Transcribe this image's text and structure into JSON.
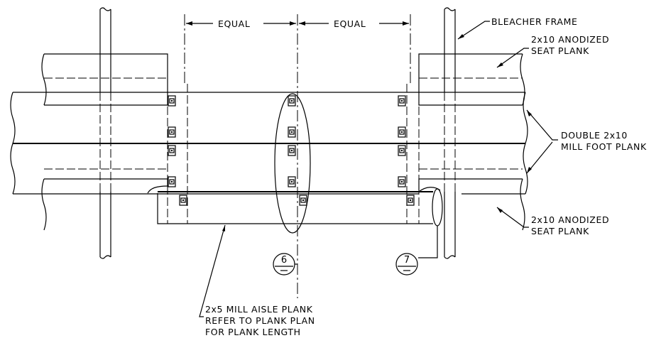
{
  "dimensions": {
    "left_label": "EQUAL",
    "right_label": "EQUAL"
  },
  "callouts": {
    "bleacher_frame": "BLEACHER FRAME",
    "seat_plank_top_line1": "2x10 ANODIZED",
    "seat_plank_top_line2": "SEAT PLANK",
    "foot_plank_line1": "DOUBLE 2x10",
    "foot_plank_line2": "MILL FOOT PLANK",
    "seat_plank_bottom_line1": "2x10 ANODIZED",
    "seat_plank_bottom_line2": "SEAT PLANK",
    "aisle_plank_line1": "2x5 MILL AISLE PLANK",
    "aisle_plank_line2": "REFER TO PLANK PLAN",
    "aisle_plank_line3": "FOR PLANK LENGTH"
  },
  "detail_bubbles": {
    "left": "6",
    "right": "7"
  }
}
